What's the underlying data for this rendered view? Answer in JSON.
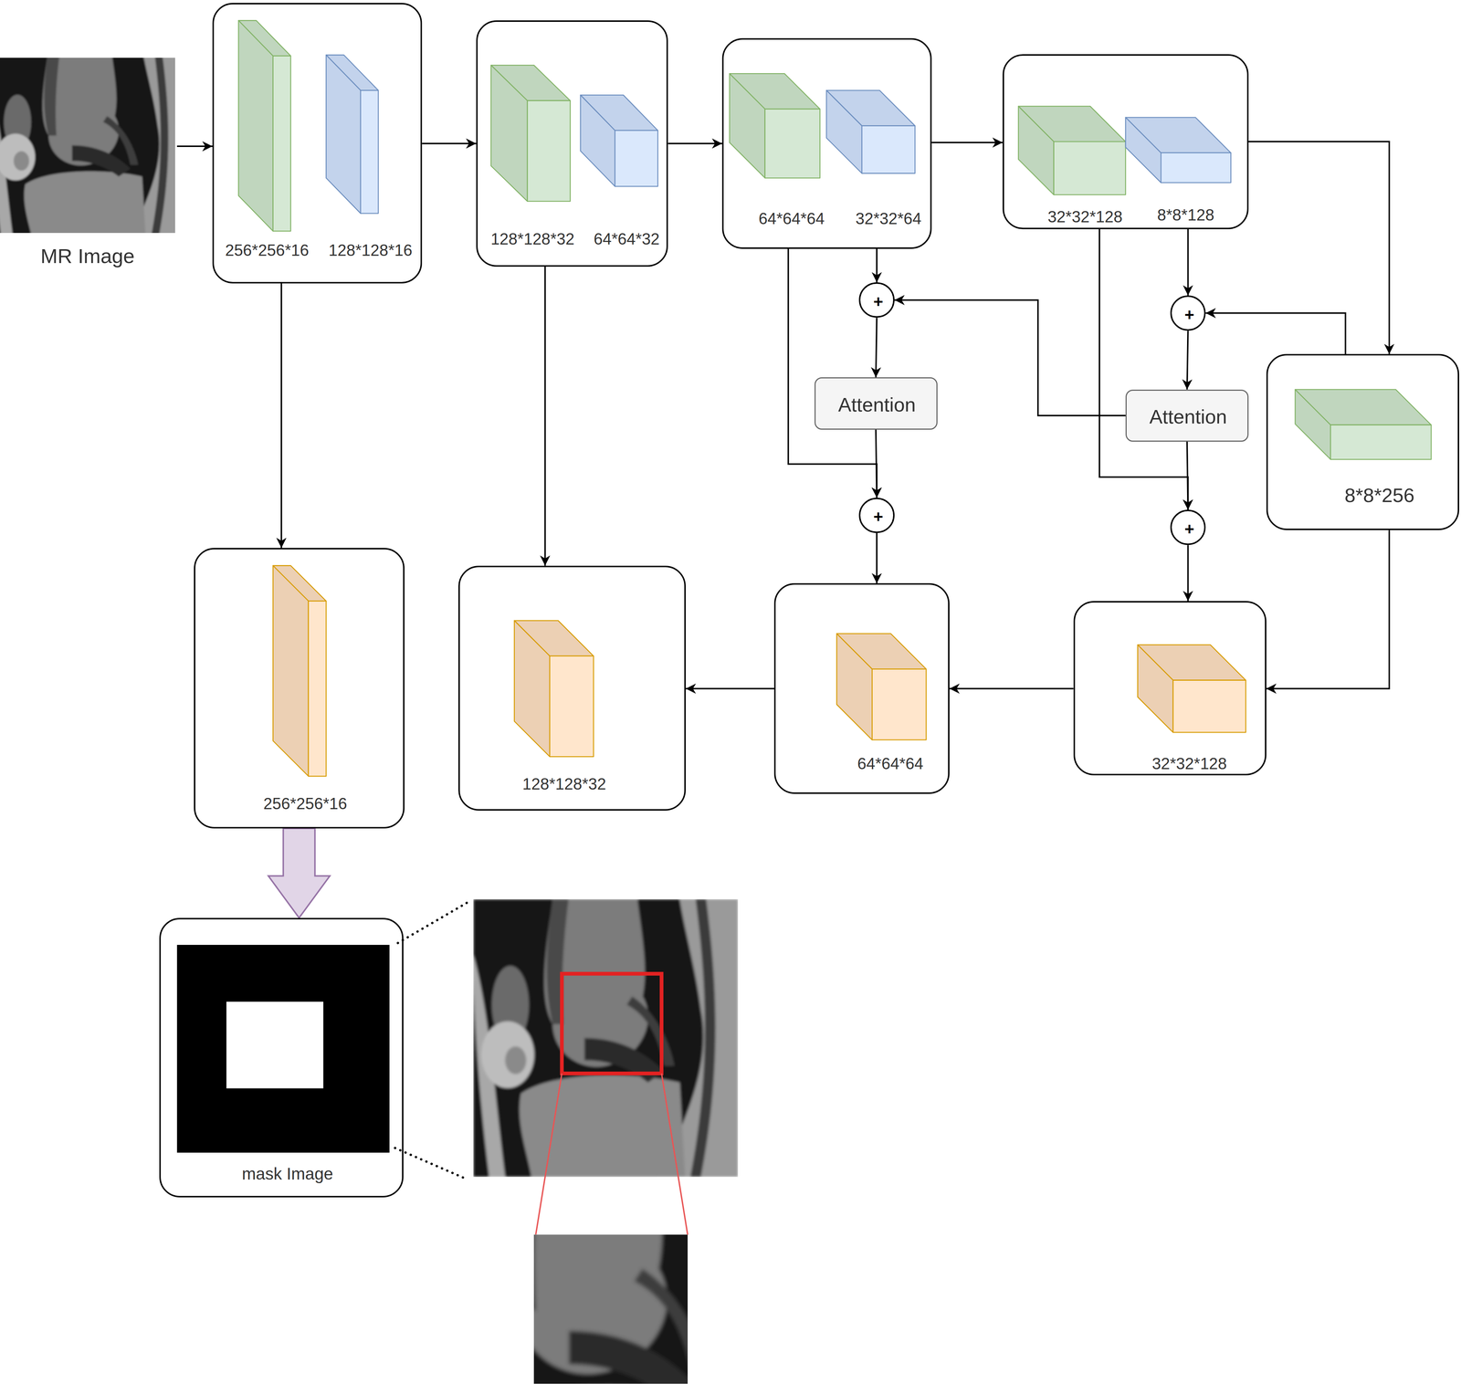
{
  "diagram": {
    "nodes": [
      {
        "text": [
          "MR Image"
        ]
      },
      {
        "text": [
          "256*256*16",
          "128*128*16"
        ]
      },
      {
        "text": [
          "128*128*32",
          "64*64*32"
        ]
      },
      {
        "text": [
          "64*64*64",
          "32*32*64"
        ]
      },
      {
        "text": [
          "32*32*128",
          "8*8*128"
        ]
      },
      {
        "text": [
          "+"
        ]
      },
      {
        "text": [
          "+"
        ]
      },
      {
        "text": [
          "Attention"
        ]
      },
      {
        "text": [
          "Attention"
        ]
      },
      {
        "text": [
          "8*8*256"
        ]
      },
      {
        "text": [
          "+"
        ]
      },
      {
        "text": [
          "+"
        ]
      },
      {
        "text": [
          "256*256*16"
        ]
      },
      {
        "text": [
          "128*128*32"
        ]
      },
      {
        "text": [
          "64*64*64"
        ]
      },
      {
        "text": [
          "32*32*128"
        ]
      },
      {
        "text": [
          "mask Image"
        ]
      }
    ],
    "edges": [
      {
        "from": 0,
        "to": 1,
        "arrow": "to"
      },
      {
        "from": 1,
        "to": 2,
        "arrow": "to"
      },
      {
        "from": 2,
        "to": 3,
        "arrow": "to"
      },
      {
        "from": 3,
        "to": 4,
        "arrow": "to"
      },
      {
        "from": 4,
        "to": 9,
        "arrow": "to"
      },
      {
        "from": 9,
        "to": 15,
        "arrow": "to"
      },
      {
        "from": 15,
        "to": 14,
        "arrow": "to"
      },
      {
        "from": 14,
        "to": 13,
        "arrow": "to"
      },
      {
        "from": 1,
        "to": 12,
        "arrow": "to"
      },
      {
        "from": 2,
        "to": 13,
        "arrow": "to"
      },
      {
        "from": 3,
        "to": 5,
        "arrow": "to"
      },
      {
        "from": 5,
        "to": 7,
        "arrow": "to"
      },
      {
        "from": 7,
        "to": 10,
        "arrow": "to"
      },
      {
        "from": 3,
        "to": 10,
        "arrow": "to"
      },
      {
        "from": 8,
        "to": 5,
        "arrow": "to"
      },
      {
        "from": 10,
        "to": 14,
        "arrow": "to"
      },
      {
        "from": 4,
        "to": 6,
        "arrow": "to"
      },
      {
        "from": 6,
        "to": 8,
        "arrow": "to"
      },
      {
        "from": 8,
        "to": 11,
        "arrow": "to"
      },
      {
        "from": 4,
        "to": 11,
        "arrow": "to"
      },
      {
        "from": 9,
        "to": 6,
        "arrow": "to"
      },
      {
        "from": 11,
        "to": 15,
        "arrow": "to"
      },
      {
        "from": 12,
        "to": 16,
        "arrow": "to"
      }
    ]
  }
}
